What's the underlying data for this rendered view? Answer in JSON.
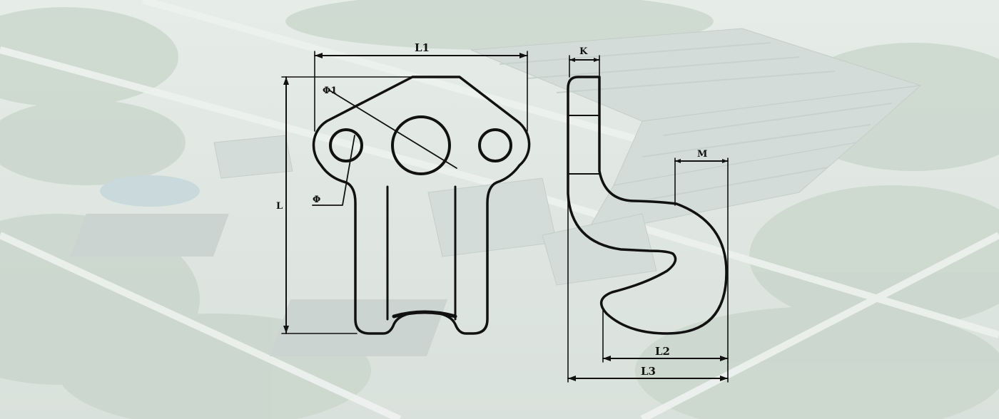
{
  "labels": {
    "front_width": "L1",
    "front_height": "L",
    "hole_large": "Φ1",
    "hole_small": "Φ",
    "side_width": "K",
    "hook_opening": "M",
    "hook_depth": "L2",
    "total_depth": "L3"
  },
  "colors": {
    "line": "#111111",
    "background_overlay": "#eef2ef"
  }
}
